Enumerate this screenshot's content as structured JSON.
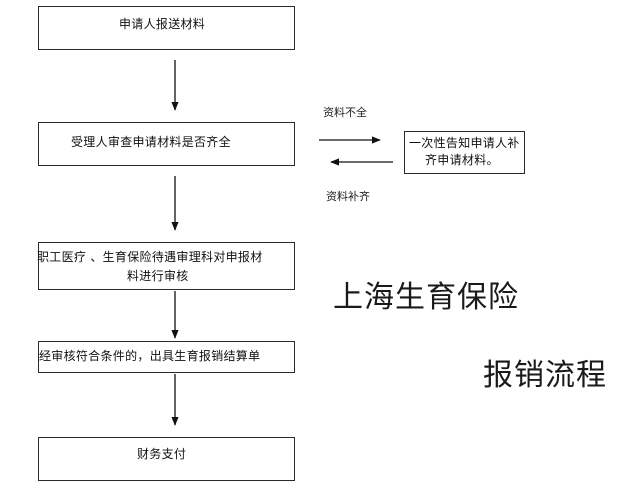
{
  "flow": {
    "step1": "申请人报送材料",
    "step2": "受理人审查申请材料是否齐全",
    "step3_line1": "职工医疗 、生育保险待遇审理科对申报材",
    "step3_line2": "料进行审核",
    "step4": "经审核符合条件的，出具生育报销结算单",
    "step5": "财务支付",
    "side_box_line1": "一次性告知申请人补",
    "side_box_line2": "齐申请材料。",
    "incomplete_label": "资料不全",
    "supplement_label": "资料补齐"
  },
  "title": {
    "line1": "上海生育保险",
    "line2": "报销流程"
  }
}
